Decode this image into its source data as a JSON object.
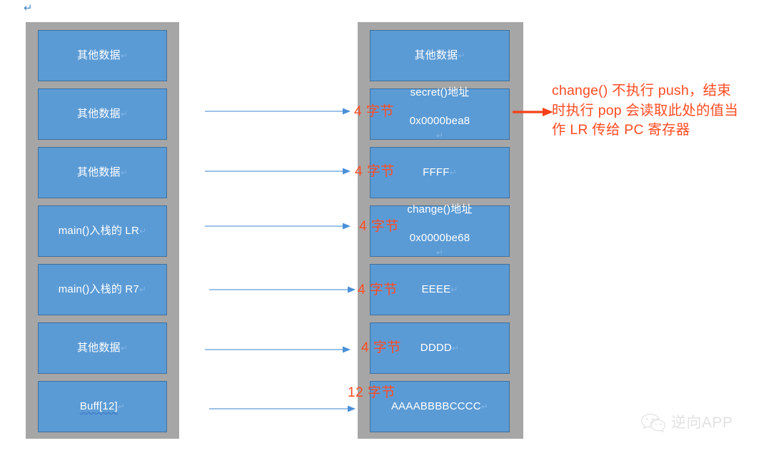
{
  "page": {
    "return_mark": "↵",
    "pilcrow": "↵"
  },
  "colors": {
    "cell_fill": "#5B9BD5",
    "cell_border": "#41719C",
    "frame": "#A6A6A6",
    "annotation_red": "#FF4B22",
    "arrow_blue": "#5B9BD5",
    "watermark_gray": "#C9C9C9",
    "page_background": "#FFFFFF"
  },
  "left_stack": {
    "name": "original-stack",
    "cells": [
      {
        "label": "其他数据",
        "lines": [
          "其他数据"
        ],
        "spellcheck": false
      },
      {
        "label": "其他数据",
        "lines": [
          "其他数据"
        ],
        "spellcheck": false
      },
      {
        "label": "其他数据",
        "lines": [
          "其他数据"
        ],
        "spellcheck": false
      },
      {
        "label": "main()入栈的 LR",
        "lines": [
          "main()入栈的 LR"
        ],
        "spellcheck": false
      },
      {
        "label": "main()入栈的 R7",
        "lines": [
          "main()入栈的 R7"
        ],
        "spellcheck": false
      },
      {
        "label": "其他数据",
        "lines": [
          "其他数据"
        ],
        "spellcheck": false
      },
      {
        "label": "Buff[12]",
        "lines": [
          "Buff[12]"
        ],
        "spellcheck": true
      }
    ]
  },
  "right_stack": {
    "name": "overflowed-stack",
    "cells": [
      {
        "label": "其他数据",
        "lines": [
          "其他数据"
        ]
      },
      {
        "label": "secret()地址 0x0000bea8",
        "lines": [
          "secret()地址",
          "0x0000bea8"
        ]
      },
      {
        "label": "FFFF",
        "lines": [
          "FFFF"
        ]
      },
      {
        "label": "change()地址 0x0000be68",
        "lines": [
          "change()地址",
          "0x0000be68"
        ]
      },
      {
        "label": "EEEE",
        "lines": [
          "EEEE"
        ]
      },
      {
        "label": "DDDD",
        "lines": [
          "DDDD"
        ]
      },
      {
        "label": "AAAABBBBCCCC",
        "lines": [
          "AAAABBBBCCCC"
        ]
      }
    ]
  },
  "size_labels": [
    {
      "text": "4 字节"
    },
    {
      "text": "4 字节"
    },
    {
      "text": "4 字节"
    },
    {
      "text": "4 字节"
    },
    {
      "text": "4 字节"
    },
    {
      "text": "12 字节"
    }
  ],
  "annotation": {
    "lines": [
      "change() 不执行 push，结束",
      "时执行 pop 会读取此处的值当",
      "作 LR 传给 PC 寄存器"
    ],
    "full_text": "change() 不执行 push，结束时执行 pop 会读取此处的值当作 LR 传给 PC 寄存器"
  },
  "watermark": {
    "text": "逆向APP",
    "icon": "wechat-icon"
  }
}
